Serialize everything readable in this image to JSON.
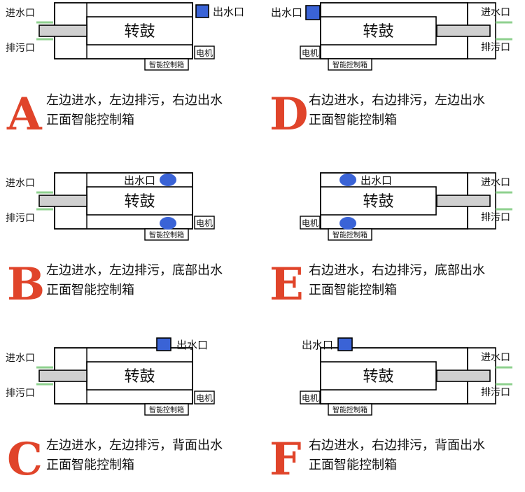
{
  "labels": {
    "drum": "转鼓",
    "motor": "电机",
    "box": "智能控制箱",
    "inlet": "进水口",
    "drain": "排污口",
    "outlet": "出水口"
  },
  "colors": {
    "outlet": "#3a63d6",
    "green": "#8fd18f",
    "letter": "#e0442a",
    "shaft": "#d0d0d0"
  },
  "panels": [
    {
      "letter": "A",
      "line1": "左边进水，左边排污，右边出水",
      "line2": "正面智能控制箱",
      "side": "left",
      "outlet": "top-right"
    },
    {
      "letter": "D",
      "line1": "右边进水，右边排污，左边出水",
      "line2": "正面智能控制箱",
      "side": "right",
      "outlet": "top-left"
    },
    {
      "letter": "B",
      "line1": "左边进水，左边排污，底部出水",
      "line2": "正面智能控制箱",
      "side": "left",
      "outlet": "bottom"
    },
    {
      "letter": "E",
      "line1": "右边进水，右边排污，底部出水",
      "line2": "正面智能控制箱",
      "side": "right",
      "outlet": "bottom"
    },
    {
      "letter": "C",
      "line1": "左边进水，左边排污，背面出水",
      "line2": "正面智能控制箱",
      "side": "left",
      "outlet": "back"
    },
    {
      "letter": "F",
      "line1": "右边进水，右边排污，背面出水",
      "line2": "正面智能控制箱",
      "side": "right",
      "outlet": "back"
    }
  ]
}
